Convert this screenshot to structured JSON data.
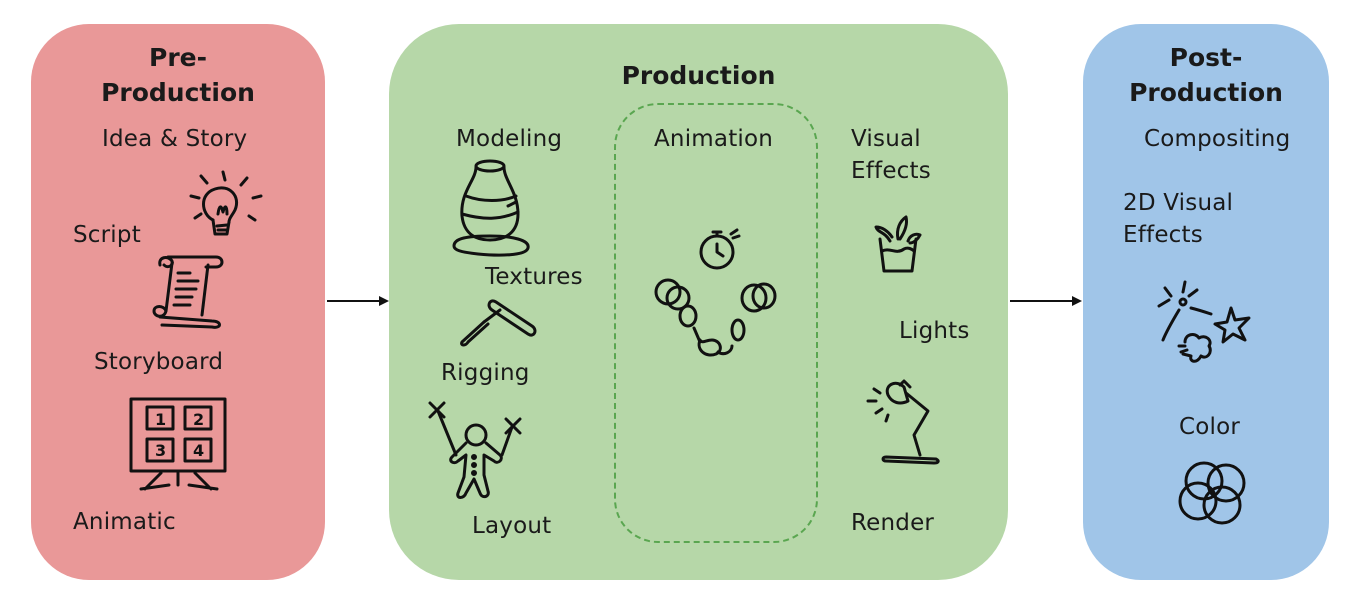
{
  "colors": {
    "pre_production": "#e99898",
    "production": "#b6d7a8",
    "post_production": "#a0c5e8",
    "dashed_outline": "#5aa650"
  },
  "pre": {
    "title_line1": "Pre-",
    "title_line2": "Production",
    "idea": "Idea & Story",
    "script": "Script",
    "storyboard": "Storyboard",
    "animatic": "Animatic",
    "storyboard_panels": [
      "1",
      "2",
      "3",
      "4"
    ]
  },
  "prod": {
    "title": "Production",
    "modeling": "Modeling",
    "textures": "Textures",
    "rigging": "Rigging",
    "layout": "Layout",
    "animation": "Animation",
    "vfx_line1": "Visual",
    "vfx_line2": "Effects",
    "lights": "Lights",
    "render": "Render"
  },
  "post": {
    "title_line1": "Post-",
    "title_line2": "Production",
    "compositing": "Compositing",
    "vfx2d_line1": "2D Visual",
    "vfx2d_line2": "Effects",
    "color": "Color"
  },
  "icons": {
    "idea": "lightbulb-icon",
    "script": "scroll-icon",
    "storyboard": "storyboard-icon",
    "modeling": "vase-icon",
    "textures": "paint-roller-icon",
    "rigging": "puppet-icon",
    "animation": "stopwatch-icon",
    "animation_path": "bouncing-ball-icon",
    "vfx": "splash-glass-icon",
    "lights": "desk-lamp-icon",
    "vfx2d": "sparkle-icon",
    "color": "color-circles-icon"
  }
}
